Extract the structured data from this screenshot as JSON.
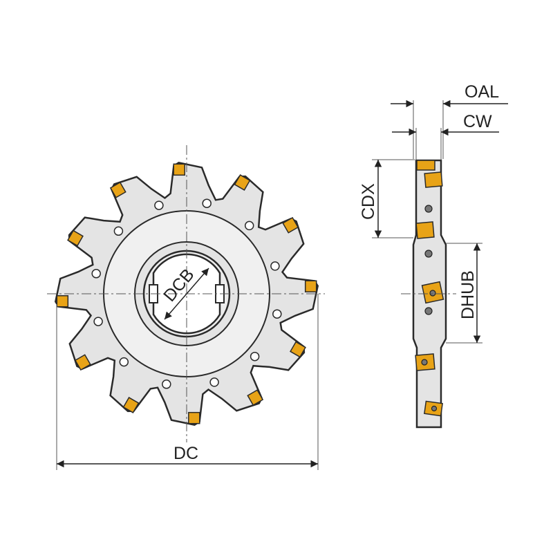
{
  "title": "Side and face milling cutter dimensions",
  "labels": {
    "oal": "OAL",
    "cw": "CW",
    "cdx": "CDX",
    "dhub": "DHUB",
    "dc": "DC",
    "dcb": "DCB"
  },
  "colors": {
    "body": "#e4e4e4",
    "hub": "#f0f0f0",
    "insert": "#e8a317",
    "outline": "#2a2a2a",
    "dim": "#222222"
  },
  "teeth_count": 12
}
